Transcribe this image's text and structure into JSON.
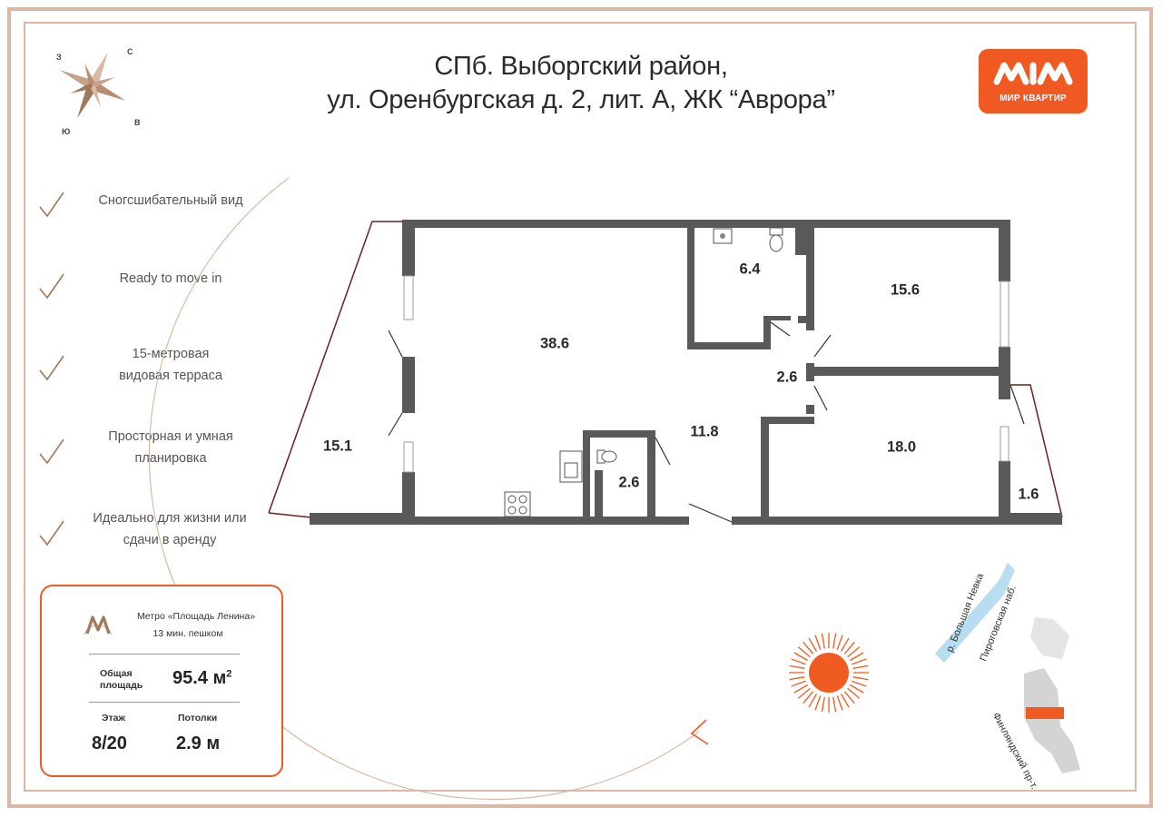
{
  "title": {
    "line1": "СПб. Выборгский район,",
    "line2": "ул. Оренбургская д. 2, лит. А,  ЖК “Аврора”"
  },
  "logo": {
    "text": "МИР КВАРТИР"
  },
  "compass": {
    "north": "С",
    "west": "З",
    "east": "В",
    "south": "Ю"
  },
  "features": [
    {
      "text": "Сногсшибательный вид"
    },
    {
      "text": "Ready to move in"
    },
    {
      "text": "15-метровая видовая терраса"
    },
    {
      "text": "Просторная и умная планировка"
    },
    {
      "text": "Идеально для жизни или сдачи в аренду"
    }
  ],
  "info": {
    "metro_name": "Метро «Площадь Ленина»",
    "metro_walk": "13 мин. пешком",
    "total_area_label": "Общая площадь",
    "total_area_value": "95.4 м",
    "total_area_sup": "2",
    "floor_label": "Этаж",
    "floor_value": "8/20",
    "ceiling_label": "Потолки",
    "ceiling_value": "2.9 м"
  },
  "rooms": {
    "living": "38.6",
    "bathroom": "6.4",
    "bedroom1": "15.6",
    "corridor": "2.6",
    "hall": "11.8",
    "bedroom2": "18.0",
    "terrace": "15.1",
    "wc": "2.6",
    "balcony": "1.6"
  },
  "map": {
    "river": "р. Большая Невка",
    "embankment": "Пироговская наб.",
    "avenue": "Финляндский пр-т."
  },
  "colors": {
    "accent": "#ef5b21",
    "frame": "#d9b9a6",
    "wall": "#555555",
    "check": "#a0785a"
  }
}
